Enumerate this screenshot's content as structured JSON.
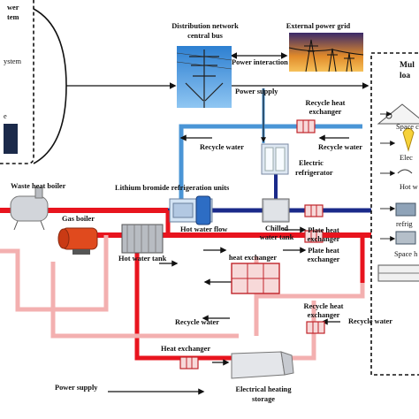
{
  "left_panel": {
    "line1": "wer",
    "line2": "tem",
    "line3": "ystem",
    "line4": "e"
  },
  "nodes": {
    "distribution_bus": [
      "Distribution network",
      "central bus"
    ],
    "external_grid": "External power grid",
    "power_interaction": "Power interaction",
    "power_supply_top": "Power supply",
    "recycle_hx_top": [
      "Recycle heat",
      "exchanger"
    ],
    "recycle_water_left": "Recycle water",
    "recycle_water_right": "Recycle water",
    "electric_refrigerator": [
      "Electric",
      "refrigerator"
    ],
    "waste_heat_boiler": "Waste heat boiler",
    "libr_units": "Lithium bromide refrigeration units",
    "chilled_tank": [
      "Chilled",
      "water tank"
    ],
    "plate_hx_1": [
      "Plate heat",
      "exchanger"
    ],
    "gas_boiler": "Gas boiler",
    "hot_water_flow": "Hot water flow",
    "hot_water_tank": "Hot water tank",
    "heat_exchanger_mid": "heat exchanger",
    "plate_hx_2": [
      "Plate heat",
      "exchanger"
    ],
    "recycle_water_mid": "Recycle water",
    "recycle_hx_bottom": [
      "Recycle heat",
      "exchanger"
    ],
    "recycle_water_bottom_right": "Recycle water",
    "heat_exchanger_bottom": "Heat exchanger",
    "power_supply_bottom": "Power supply",
    "electrical_heating_storage": [
      "Electrical heating",
      "storage"
    ]
  },
  "loads_panel": {
    "title": [
      "Mul",
      "loa"
    ],
    "items": [
      "Space c",
      "Elec",
      "Hot w",
      "refrig",
      "Space h"
    ]
  },
  "colors": {
    "hot": "#e8141e",
    "cold": "#1f4fa8",
    "recycle_hot": "#f3b0b0",
    "recycle_cold": "#4a95d6"
  }
}
